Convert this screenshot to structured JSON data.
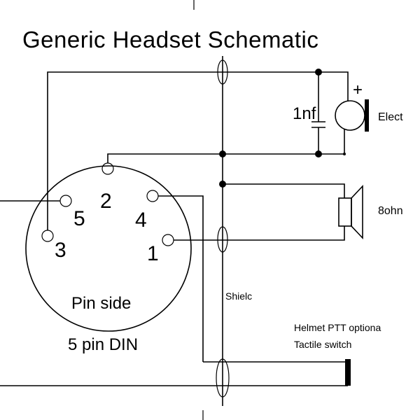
{
  "diagram": {
    "title": "Generic Headset Schematic",
    "connector": {
      "pins": [
        "1",
        "2",
        "3",
        "4",
        "5"
      ],
      "face_label": "Pin side",
      "type_label": "5 pin DIN"
    },
    "capacitor_label": "1nf",
    "polarity_label": "+",
    "mic_label": "Elect",
    "speaker_label": "8ohn",
    "shield_label": "Shielc",
    "switch_label_line1": "Helmet PTT optiona",
    "switch_label_line2": "Tactile switch"
  }
}
